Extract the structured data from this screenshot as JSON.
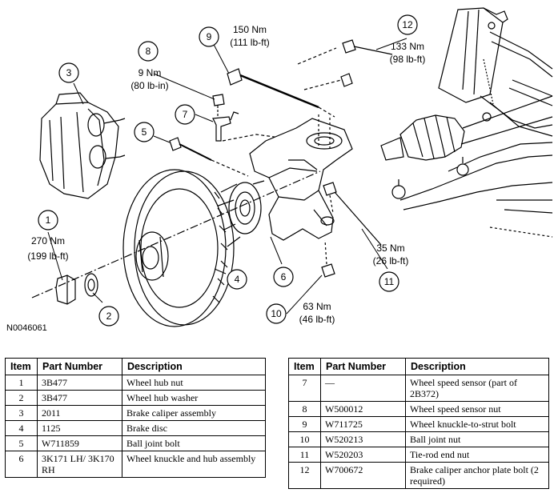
{
  "figure_id": "N0046061",
  "callouts": {
    "c1": {
      "num": "1",
      "torque_nm": "270 Nm",
      "torque_alt": "(199 lb-ft)"
    },
    "c2": {
      "num": "2"
    },
    "c3": {
      "num": "3"
    },
    "c4": {
      "num": "4"
    },
    "c5": {
      "num": "5"
    },
    "c6": {
      "num": "6"
    },
    "c7": {
      "num": "7"
    },
    "c8": {
      "num": "8",
      "torque_nm": "9 Nm",
      "torque_alt": "(80 lb-in)"
    },
    "c9": {
      "num": "9",
      "torque_nm": "150 Nm",
      "torque_alt": "(111 lb-ft)"
    },
    "c10": {
      "num": "10",
      "torque_nm": "63 Nm",
      "torque_alt": "(46 lb-ft)"
    },
    "c11": {
      "num": "11",
      "torque_nm": "35 Nm",
      "torque_alt": "(26 lb-ft)"
    },
    "c12": {
      "num": "12",
      "torque_nm": "133 Nm",
      "torque_alt": "(98 lb-ft)"
    }
  },
  "table_left": {
    "headers": [
      "Item",
      "Part Number",
      "Description"
    ],
    "rows": [
      [
        "1",
        "3B477",
        "Wheel hub nut"
      ],
      [
        "2",
        "3B477",
        "Wheel hub washer"
      ],
      [
        "3",
        "2011",
        "Brake caliper assembly"
      ],
      [
        "4",
        "1125",
        "Brake disc"
      ],
      [
        "5",
        "W711859",
        "Ball joint bolt"
      ],
      [
        "6",
        "3K171 LH/ 3K170 RH",
        "Wheel knuckle and hub assembly"
      ]
    ]
  },
  "table_right": {
    "headers": [
      "Item",
      "Part Number",
      "Description"
    ],
    "rows": [
      [
        "7",
        "—",
        "Wheel speed sensor (part of 2B372)"
      ],
      [
        "8",
        "W500012",
        "Wheel speed sensor nut"
      ],
      [
        "9",
        "W711725",
        "Wheel knuckle-to-strut bolt"
      ],
      [
        "10",
        "W520213",
        "Ball joint nut"
      ],
      [
        "11",
        "W520203",
        "Tie-rod end nut"
      ],
      [
        "12",
        "W700672",
        "Brake caliper anchor plate bolt (2 required)"
      ]
    ]
  }
}
